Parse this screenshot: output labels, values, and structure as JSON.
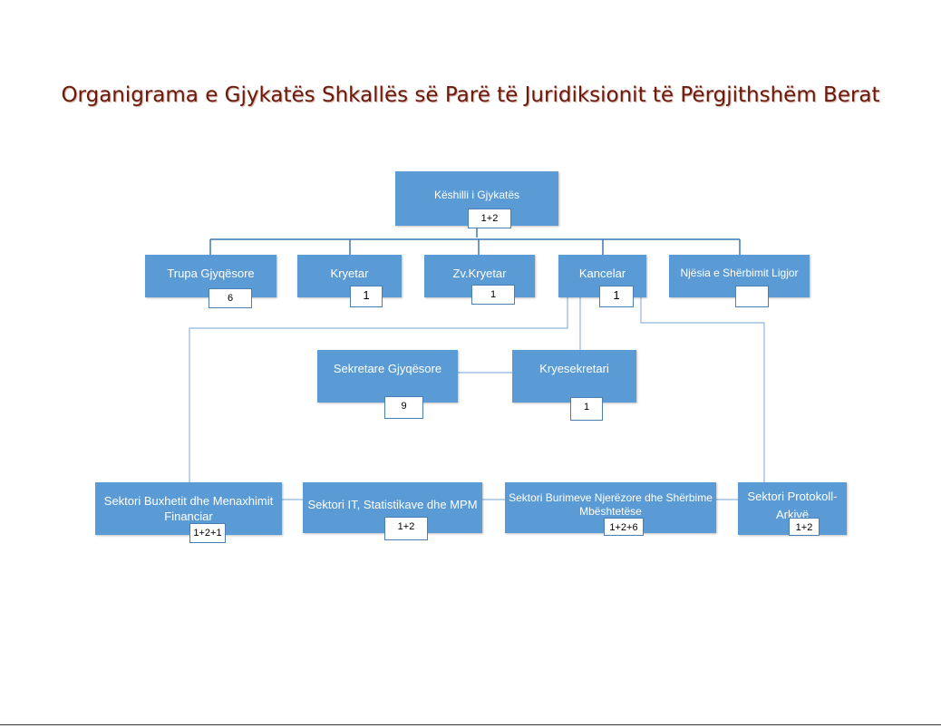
{
  "title": "Organigrama e Gjykatës Shkallës së Parë të Juridiksionit të Përgjithshëm Berat",
  "colors": {
    "box": "#5b9bd5",
    "line": "#3c78b4",
    "title": "#6b1a0c"
  },
  "nodes": {
    "keshilli": {
      "label": "Këshilli i Gjykatës",
      "count": "1+2"
    },
    "trupa": {
      "label": "Trupa Gjyqësore",
      "count": "6"
    },
    "kryetar": {
      "label": "Kryetar",
      "count": "1"
    },
    "zvkryetar": {
      "label": "Zv.Kryetar",
      "count": "1"
    },
    "kancelar": {
      "label": "Kancelar",
      "count": "1"
    },
    "njesia": {
      "label": "Njësia e Shërbimit Ligjor",
      "count": ""
    },
    "sekretare": {
      "label": "Sekretare Gjyqësore",
      "count": "9"
    },
    "kryesekretari": {
      "label": "Kryesekretari",
      "count": "1"
    },
    "buxheti": {
      "label": "Sektori Buxhetit dhe Menaxhimit Financiar",
      "count": "1+2+1"
    },
    "it": {
      "label": "Sektori IT, Statistikave dhe MPM",
      "count": "1+2"
    },
    "burime": {
      "label": "Sektori Burimeve Njerëzore dhe Shërbime Mbështetëse",
      "count": "1+2+6"
    },
    "protokoll": {
      "label": "Sektori Protokoll-Arkivë",
      "count": "1+2"
    }
  }
}
